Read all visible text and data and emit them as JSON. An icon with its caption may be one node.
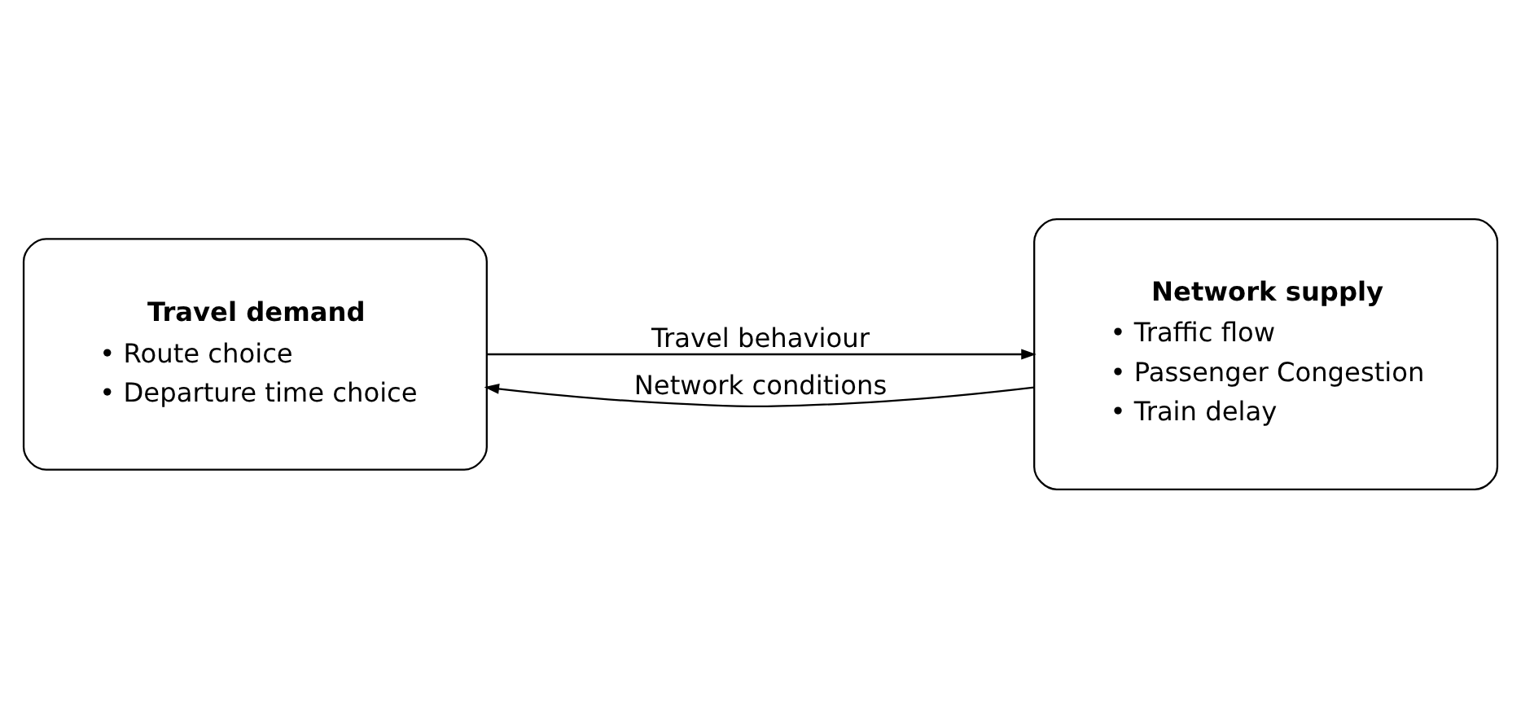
{
  "diagram": {
    "nodes": [
      {
        "text": [
          "Travel demand",
          "• Route choice",
          "• Departure time choice"
        ]
      },
      {
        "text": [
          "Network supply",
          "• Traffic flow",
          "• Passenger Congestion",
          "• Train delay"
        ]
      }
    ],
    "edges": [
      {
        "from": 0,
        "to": 1,
        "arrow": "to",
        "label": "Travel behaviour"
      },
      {
        "from": 1,
        "to": 0,
        "arrow": "to",
        "label": "Network conditions"
      }
    ]
  }
}
